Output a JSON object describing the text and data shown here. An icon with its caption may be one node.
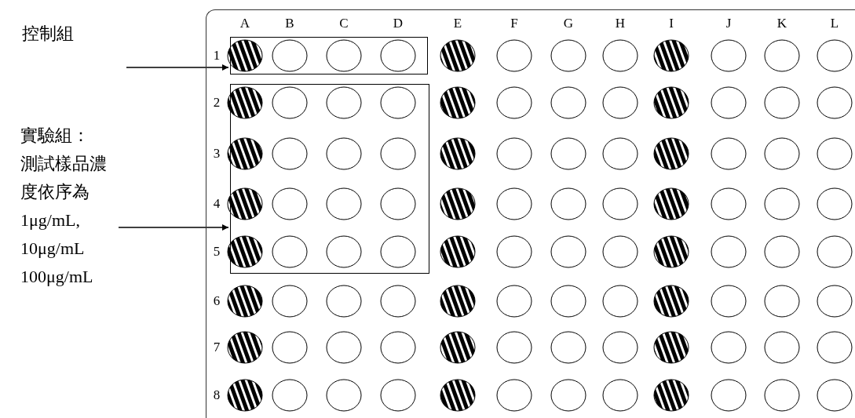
{
  "diagram": {
    "nodes": [
      {
        "text": [
          "控制組"
        ]
      },
      {
        "text": [
          "實驗組：",
          "測試樣品濃度依序為 1μg/mL, 10μg/mL 100μg/mL"
        ]
      },
      {
        "text": [],
        "shape": "box"
      },
      {
        "text": [],
        "shape": "box",
        "in": 2
      },
      {
        "text": [],
        "shape": "box",
        "in": 2
      }
    ],
    "edges": [
      {
        "from": 0,
        "to": 3,
        "arrow": "to"
      },
      {
        "from": 1,
        "to": 4,
        "arrow": "to"
      }
    ],
    "labels": [
      "A",
      "B",
      "C",
      "D",
      "E",
      "F",
      "G",
      "H",
      "I",
      "J",
      "K",
      "L",
      "1",
      "2",
      "3",
      "4",
      "5",
      "6",
      "7",
      "8"
    ]
  }
}
